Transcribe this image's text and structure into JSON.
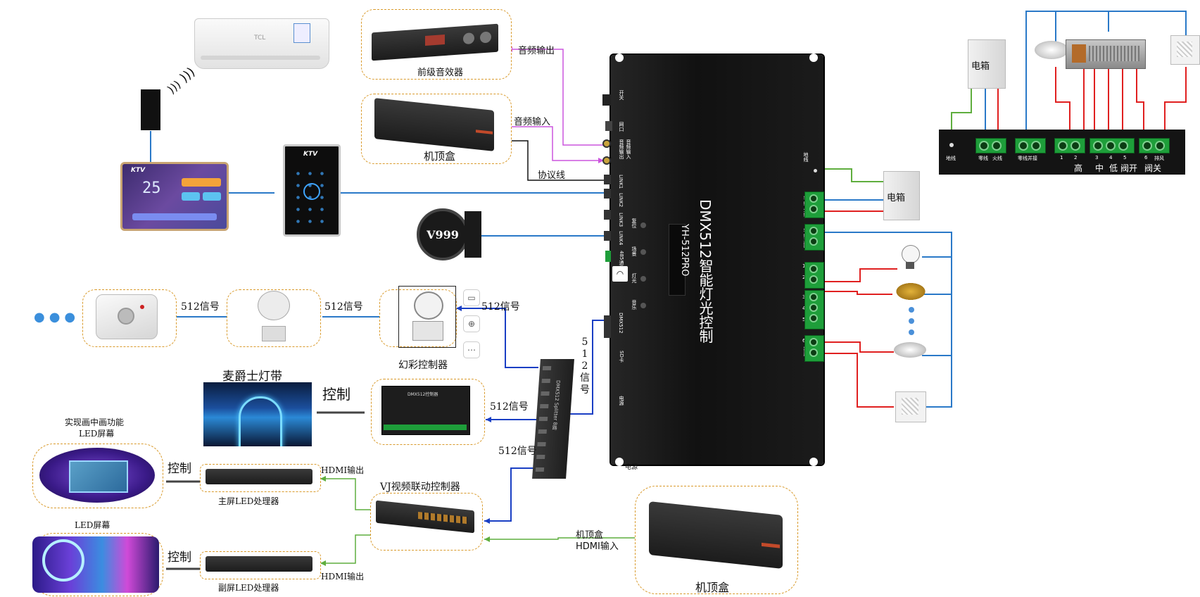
{
  "controller": {
    "title_main": "DMX512智能灯光控制",
    "title_model": "YH-512PRO",
    "left_ports": [
      "开关",
      "网口",
      "音频输出",
      "音频输入",
      "LINK1",
      "LINK2",
      "LINK3",
      "LINK4",
      "485通信",
      "DMX512",
      "SD卡",
      "电源"
    ],
    "buttons": [
      "复位",
      "场景",
      "灯光",
      "音乐"
    ],
    "right_ports": [
      "地线",
      "零线",
      "火线",
      "零线并接",
      "1",
      "2",
      "3",
      "4",
      "5",
      "6",
      "排风"
    ],
    "bottom_mark": "电源"
  },
  "top_left": {
    "ac_brand": "TCL",
    "panel_brand": "KTV",
    "panel_temp": "25",
    "panel2_brand": "KTV"
  },
  "audio": {
    "preamp_label": "前级音效器",
    "stb_label": "机顶盒",
    "audio_out": "音频输出",
    "audio_in": "音频输入",
    "protocol": "协议线"
  },
  "sign": {
    "text": "V999"
  },
  "lights_row": {
    "dots": "●●●",
    "sig1": "512信号",
    "sig2": "512信号",
    "sig3": "512信号",
    "controller_label": "幻彩控制器",
    "vertical_signal": [
      "5",
      "1",
      "2",
      "信",
      "号"
    ]
  },
  "strip": {
    "title": "麦爵士灯带",
    "control": "控制",
    "sig": "512信号",
    "box_text": "DMX512控制器",
    "splitter_text": "DMX512 Splitter 8路"
  },
  "video": {
    "pip_title1": "实现画中画功能",
    "pip_title2": "LED屏幕",
    "control1": "控制",
    "hdmi_out1": "HDMI输出",
    "main_proc": "主屏LED处理器",
    "vj_label": "VJ视频联动控制器",
    "sig": "512信号",
    "led_title": "LED屏幕",
    "control2": "控制",
    "hdmi_out2": "HDMI输出",
    "sub_proc": "副屏LED处理器",
    "stb_hdmi1": "机顶盒",
    "stb_hdmi2": "HDMI输入",
    "stb_label": "机顶盒"
  },
  "right_side": {
    "box1": "电箱",
    "box2": "电箱",
    "strip_labels": [
      "地线",
      "零线",
      "火线",
      "零线并接",
      "1",
      "2",
      "3",
      "4",
      "5",
      "6",
      "排风"
    ],
    "speed_labels": [
      "高",
      "中",
      "低",
      "阀开",
      "阀关"
    ]
  },
  "colors": {
    "accent_orange": "#d99a2b",
    "line_blue": "#2a79c8",
    "line_dark_blue": "#1a3fc4",
    "line_green": "#5fae3e",
    "line_red": "#e02020",
    "line_magenta": "#cc55dd",
    "terminal_green": "#1e9e3a"
  }
}
